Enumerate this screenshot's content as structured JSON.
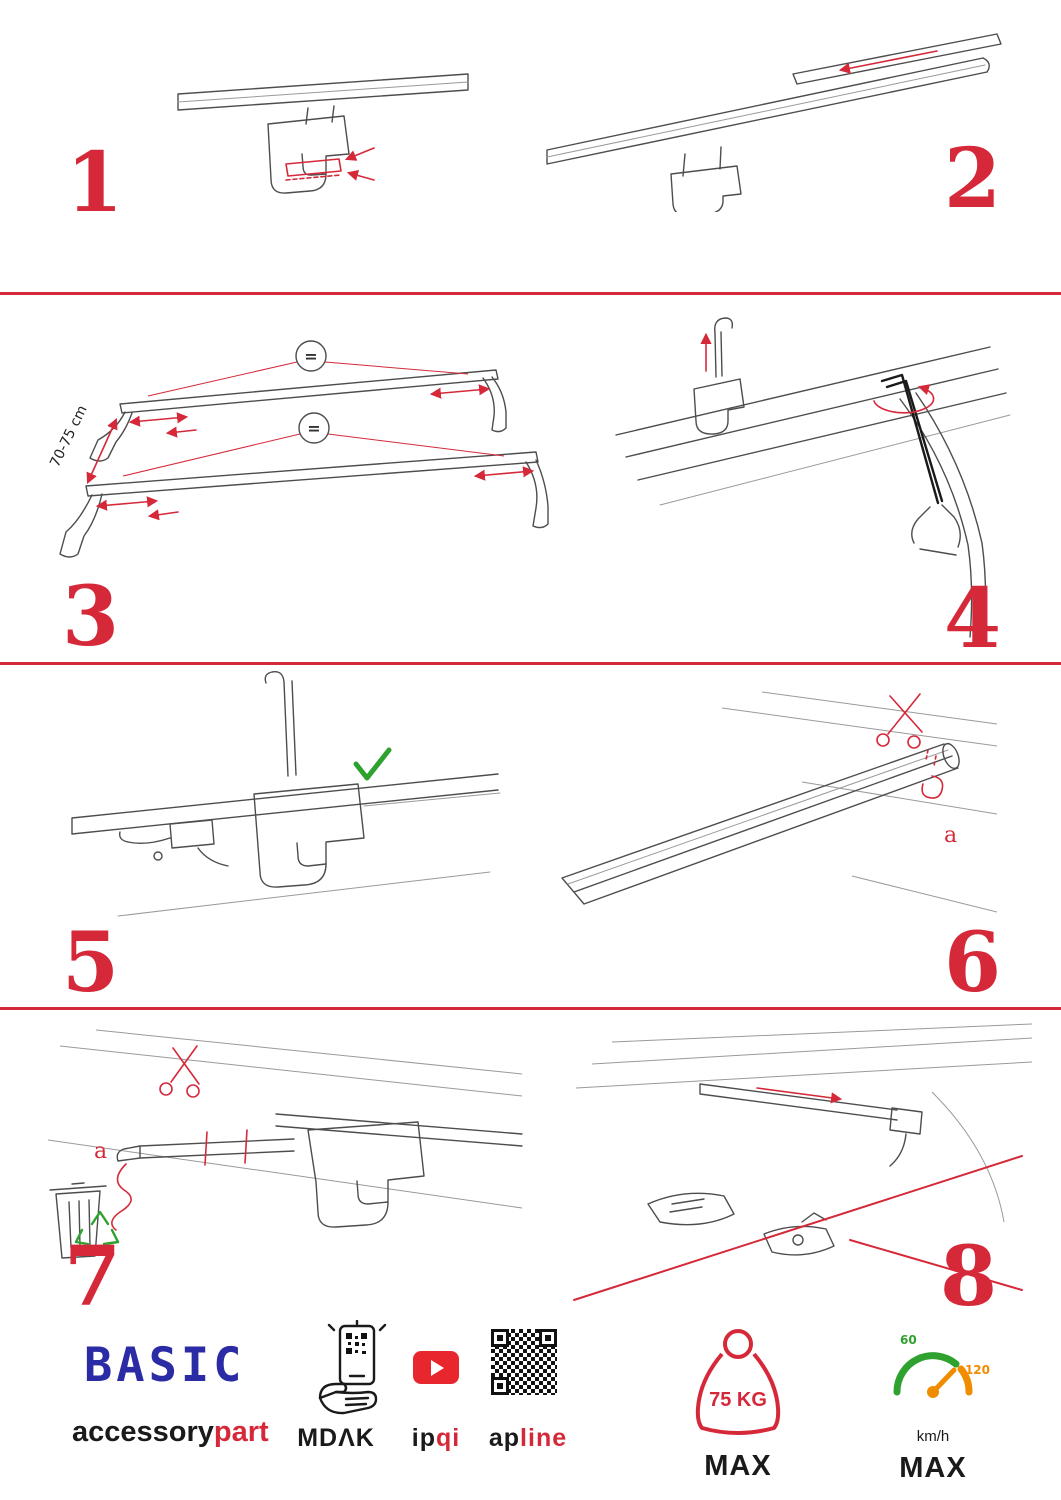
{
  "colors": {
    "accent_red": "#d5293a",
    "brand_blue": "#2b2ba6",
    "success_green": "#2ea12e",
    "gauge_green": "#2ea12e",
    "gauge_orange": "#f08c00",
    "youtube_red": "#e8262d",
    "drawing_gray": "#4d4d4d",
    "ink": "#1a1a1a"
  },
  "steps": [
    {
      "num": "1"
    },
    {
      "num": "2"
    },
    {
      "num": "3"
    },
    {
      "num": "4"
    },
    {
      "num": "5"
    },
    {
      "num": "6"
    },
    {
      "num": "7"
    },
    {
      "num": "8"
    }
  ],
  "labels": {
    "bar_distance": "70-75 cm",
    "equal_spacing": "=",
    "part_a": "a"
  },
  "icons": {
    "scissors-icon": "✂",
    "check-icon": "✓",
    "trash-icon": "bin-outline",
    "recycle-icon": "♻",
    "play-icon": "▶",
    "qr-code-icon": "qr-pattern",
    "phone-qr-icon": "hand-scanning-phone",
    "weight-icon": "kettlebell-outline",
    "speedometer-icon": "gauge-arc",
    "arrow-icon": "→"
  },
  "footer": {
    "brand_title": "BASIC",
    "brand_sub_primary": "accessory",
    "brand_sub_accent": "part",
    "mdak_label": "MDΛK",
    "ipqi_primary": "ip",
    "ipqi_accent": "qi",
    "apline_primary": "ap",
    "apline_accent": "line",
    "weight_value": "75 KG",
    "weight_max": "MAX",
    "speed_low": "60",
    "speed_high": "120",
    "speed_unit": "km/h",
    "speed_max": "MAX"
  }
}
